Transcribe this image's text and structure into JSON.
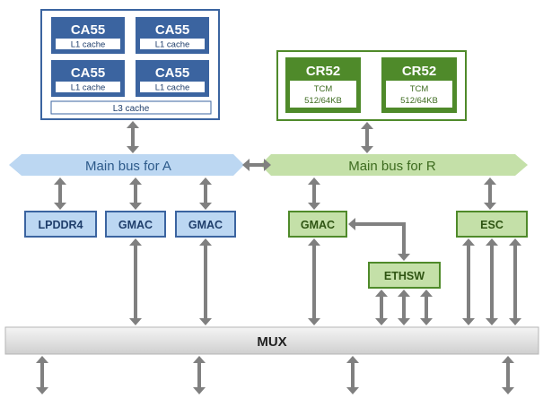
{
  "cluster_a": {
    "cores": [
      {
        "name": "CA55",
        "cache": "L1 cache"
      },
      {
        "name": "CA55",
        "cache": "L1 cache"
      },
      {
        "name": "CA55",
        "cache": "L1 cache"
      },
      {
        "name": "CA55",
        "cache": "L1 cache"
      }
    ],
    "l3": "L3 cache"
  },
  "cluster_r": {
    "cores": [
      {
        "name": "CR52",
        "mem": "TCM",
        "size": "512/64KB"
      },
      {
        "name": "CR52",
        "mem": "TCM",
        "size": "512/64KB"
      }
    ]
  },
  "buses": {
    "a": "Main bus for A",
    "r": "Main bus for R"
  },
  "blocks": {
    "lpddr": "LPDDR4",
    "gmac_a1": "GMAC",
    "gmac_a2": "GMAC",
    "gmac_r": "GMAC",
    "esc": "ESC",
    "ethsw": "ETHSW"
  },
  "mux": "MUX",
  "colors": {
    "blue_dark": "#3b64a0",
    "blue_light": "#bcd7f2",
    "green_dark": "#4f8a2a",
    "green_light": "#c4e0a8",
    "arrow": "#808080"
  }
}
